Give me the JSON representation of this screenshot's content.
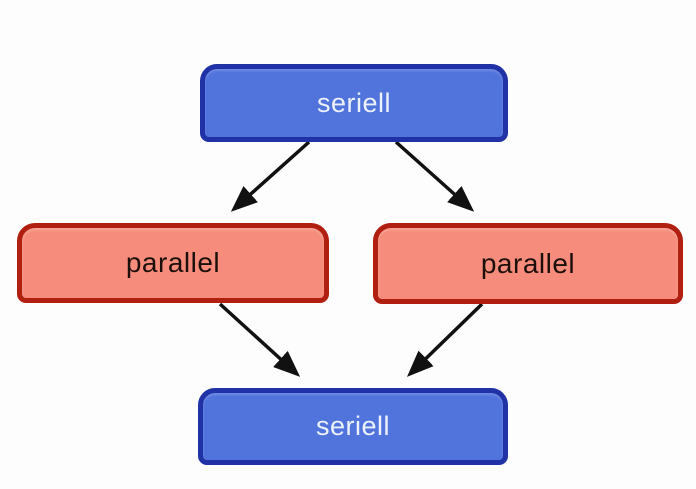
{
  "diagram": {
    "background_color": "#fdfdfd",
    "nodes": [
      {
        "id": "seriell-top",
        "label": "seriell",
        "type": "serial",
        "fill_color": "#5173dc",
        "border_color": "#2032a6",
        "text_color": "#ecf1fa"
      },
      {
        "id": "parallel-left",
        "label": "parallel",
        "type": "parallel",
        "fill_color": "#f68d7c",
        "border_color": "#b01f10",
        "text_color": "#1c0f0b"
      },
      {
        "id": "parallel-right",
        "label": "parallel",
        "type": "parallel",
        "fill_color": "#f68d7c",
        "border_color": "#b01f10",
        "text_color": "#1c0f0b"
      },
      {
        "id": "seriell-bottom",
        "label": "seriell",
        "type": "serial",
        "fill_color": "#5173dc",
        "border_color": "#2032a6",
        "text_color": "#ecf1fa"
      }
    ],
    "edges": [
      {
        "from": "seriell-top",
        "to": "parallel-left"
      },
      {
        "from": "seriell-top",
        "to": "parallel-right"
      },
      {
        "from": "parallel-left",
        "to": "seriell-bottom"
      },
      {
        "from": "parallel-right",
        "to": "seriell-bottom"
      }
    ],
    "edge_color": "#111111"
  }
}
